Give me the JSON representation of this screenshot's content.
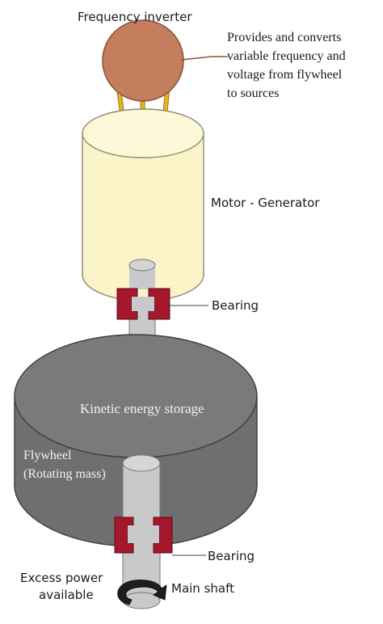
{
  "labels": {
    "frequency_inverter": "Frequency inverter",
    "inverter_description": [
      "Provides and converts",
      "variable frequency and",
      "voltage from flywheel",
      "to sources"
    ],
    "motor_generator": "Motor - Generator",
    "bearing_top": "Bearing",
    "kinetic_energy_storage": "Kinetic energy storage",
    "flywheel_line1": "Flywheel",
    "flywheel_line2": "(Rotating mass)",
    "bearing_bottom": "Bearing",
    "excess_power_line1": "Excess power",
    "excess_power_line2": "available",
    "main_shaft": "Main shaft"
  },
  "colors": {
    "inverter_fill": "#c47e5e",
    "inverter_stroke": "#8a4f36",
    "pin_fill": "#e6b422",
    "motor_fill": "#fbf4c9",
    "motor_stroke": "#8f8a72",
    "shaft_fill": "#c9c9cb",
    "bearing_fill": "#a5172c",
    "flywheel_fill": "#6f6f71",
    "flywheel_top_fill": "#808082",
    "flywheel_stroke": "#3e3e40",
    "arrow_fill": "#1e1e1e",
    "text": "#1a1a1a"
  }
}
